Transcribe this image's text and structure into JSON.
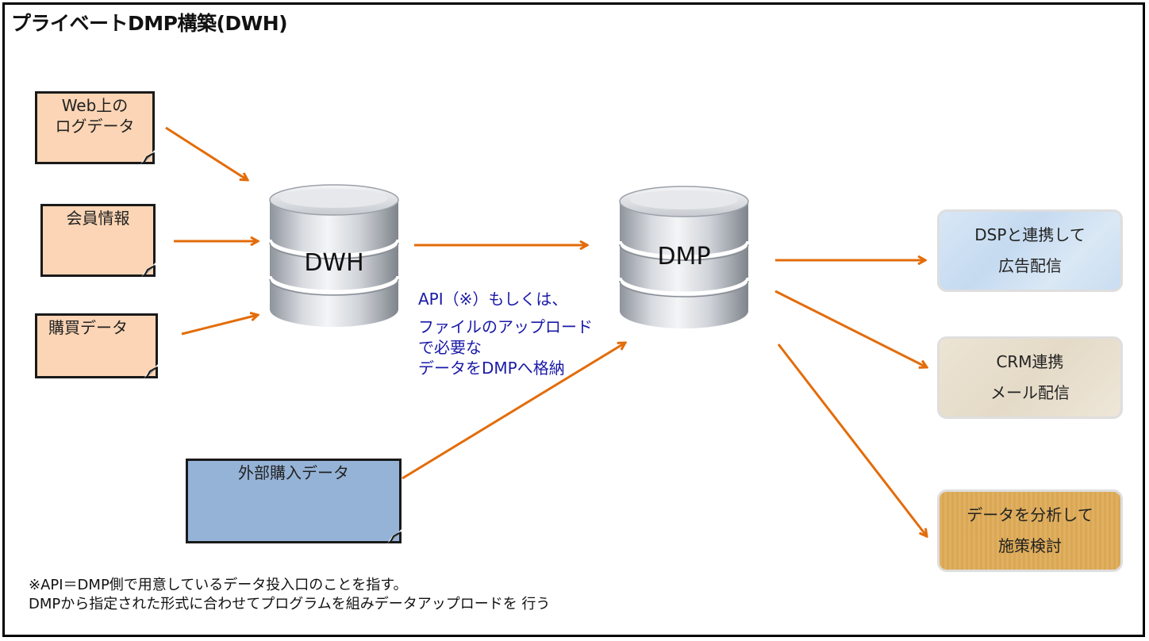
{
  "title": "プライベートDMP構築(DWH)",
  "sources": [
    {
      "id": "web-log",
      "label_lines": [
        "Web上の",
        "ログデータ"
      ],
      "color": "#fbd5b5"
    },
    {
      "id": "member-info",
      "label_lines": [
        "会員情報"
      ],
      "color": "#fbd5b5"
    },
    {
      "id": "purchase-data",
      "label_lines": [
        "購買データ"
      ],
      "color": "#fbd5b5"
    },
    {
      "id": "external-purchase-data",
      "label_lines": [
        "外部購入データ"
      ],
      "color": "#95b3d7"
    }
  ],
  "databases": {
    "dwh": {
      "label": "DWH"
    },
    "dmp": {
      "label": "DMP"
    }
  },
  "annotation": {
    "line1": "API（※）もしくは、",
    "line2": "ファイルのアップロード",
    "line3": "で必要な",
    "line4": "データをDMPへ格納",
    "color": "#1a1aa8"
  },
  "outputs": [
    {
      "id": "dsp-ads",
      "line1": "DSPと連携して",
      "line2": "広告配信"
    },
    {
      "id": "crm-mail",
      "line1": "CRM連携",
      "line2": "メール配信"
    },
    {
      "id": "analysis",
      "line1": "データを分析して",
      "line2": "施策検討"
    }
  ],
  "footer": {
    "line1": "※API＝DMP側で用意しているデータ投入口のことを指す。",
    "line2": "DMPから指定された形式に合わせてプログラムを組みデータアップロードを 行う"
  },
  "colors": {
    "arrow": "#e36c0a",
    "annotation_text": "#1a1aa8"
  }
}
